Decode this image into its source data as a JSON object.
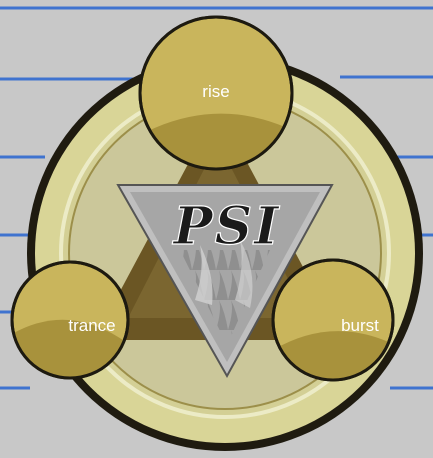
{
  "emblem": {
    "logo_text": "PSI",
    "nodes": {
      "rise": {
        "label": "rise"
      },
      "trance": {
        "label": "trance"
      },
      "burst": {
        "label": "burst"
      }
    }
  },
  "colors": {
    "background": "#c8c8c8",
    "guide_lines": "#3f73cf",
    "outer_ring": "#d9d597",
    "dark_ring": "#221e12",
    "node_fill": "#c9b55c",
    "node_shadow": "#a8923c",
    "triangle_brown": "#6b5624",
    "center_triangle": "#a6a6a6",
    "node_label": "#ffffff"
  }
}
